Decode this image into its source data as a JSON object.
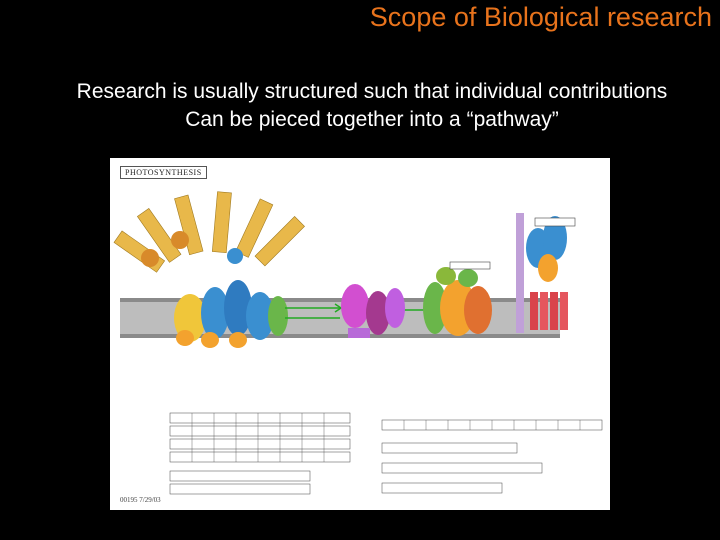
{
  "slide": {
    "title": "Scope of Biological research",
    "subtitle_line1": "Research is usually structured such that individual contributions",
    "subtitle_line2": "Can be pieced together into a “pathway”"
  },
  "figure": {
    "panel_title": "PHOTOSYNTHESIS",
    "footer": "00195 7/29/03",
    "colors": {
      "membrane": "#9a9a9a",
      "antenna": "#e8b84a",
      "psii": "#3a8fd0",
      "cytb6f": "#d24fd0",
      "psi": "#f3a22e",
      "atp_synthase": "#d9434b",
      "arrow": "#22aa22"
    }
  }
}
